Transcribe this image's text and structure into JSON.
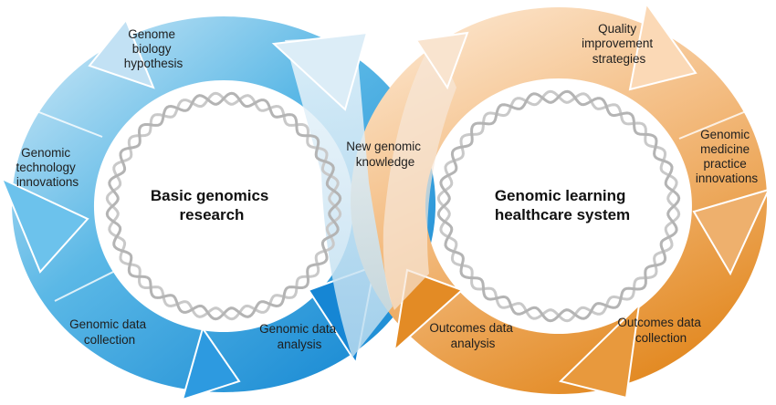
{
  "left_cycle": {
    "title": [
      "Basic genomics",
      "research"
    ],
    "steps": {
      "hypothesis": [
        "Genome",
        "biology",
        "hypothesis"
      ],
      "technology": [
        "Genomic",
        "technology",
        "innovations"
      ],
      "collection": [
        "Genomic data",
        "collection"
      ],
      "analysis": [
        "Genomic data",
        "analysis"
      ]
    },
    "colors": {
      "light": "#c9e6f6",
      "mid": "#5bb8e6",
      "dark": "#1a8fd6"
    }
  },
  "bridge": {
    "label": [
      "New genomic",
      "knowledge"
    ]
  },
  "right_cycle": {
    "title": [
      "Genomic learning",
      "healthcare system"
    ],
    "steps": {
      "quality": [
        "Quality",
        "improvement",
        "strategies"
      ],
      "practice": [
        "Genomic",
        "medicine",
        "practice",
        "innovations"
      ],
      "collection": [
        "Outcomes data",
        "collection"
      ],
      "analysis": [
        "Outcomes data",
        "analysis"
      ]
    },
    "colors": {
      "light": "#fbe3c8",
      "mid": "#f0b070",
      "dark": "#e3922f"
    }
  }
}
